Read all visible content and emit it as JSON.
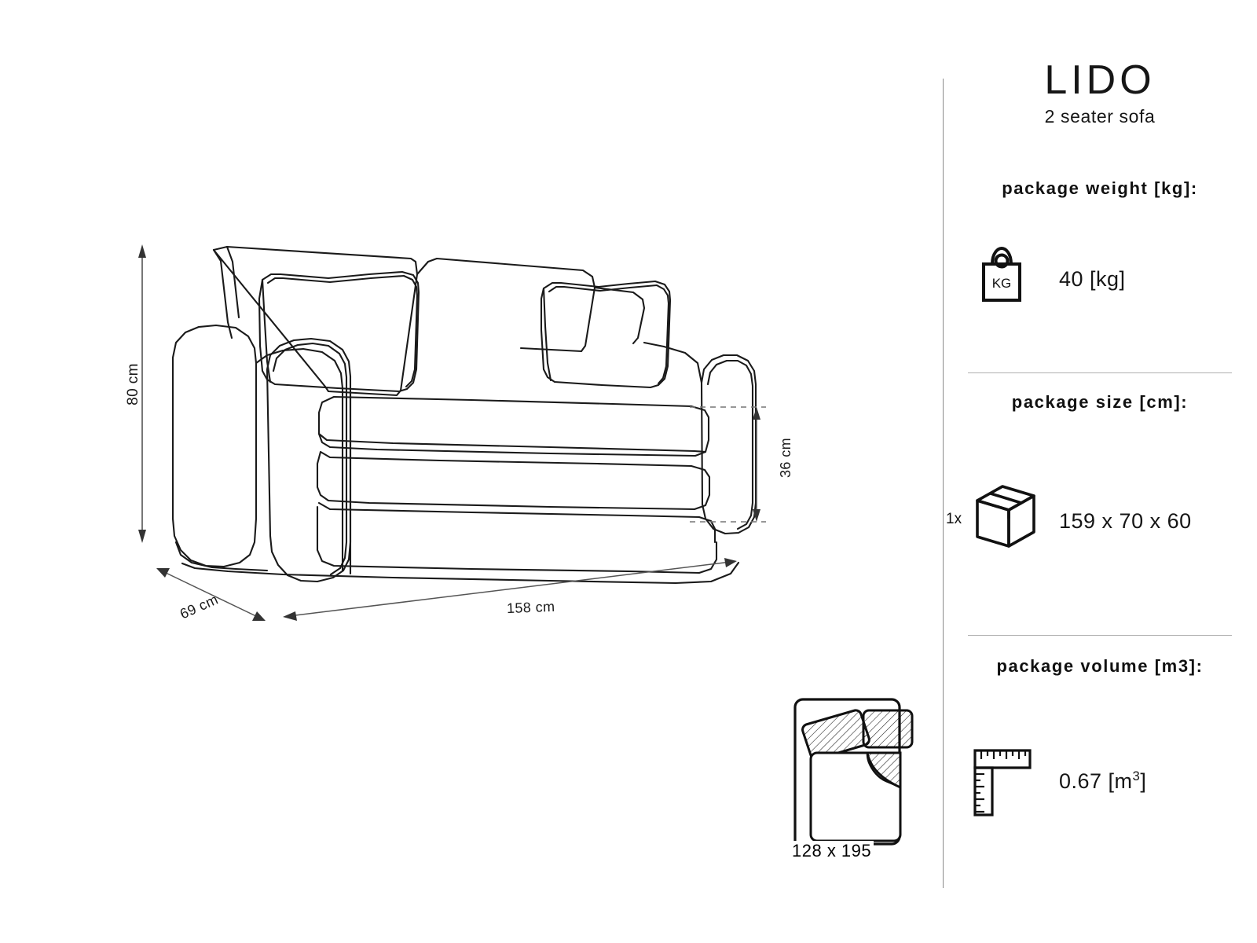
{
  "product": {
    "title": "LIDO",
    "subtitle": "2 seater sofa"
  },
  "specs": {
    "weight": {
      "label": "package weight [kg]:",
      "value": "40 [kg]",
      "icon": "weight-bag-icon",
      "icon_text": "KG"
    },
    "size": {
      "label": "package size [cm]:",
      "value": "159 x 70 x 60",
      "quantity": "1x",
      "icon": "cardboard-box-icon"
    },
    "volume": {
      "label": "package volume [m3]:",
      "value_number": "0.67 [m",
      "value_sup": "3",
      "value_tail": "]",
      "value": "0.67 [m3]",
      "icon": "l-ruler-icon"
    }
  },
  "drawing": {
    "product_icon": "sofa-perspective-drawing",
    "dimensions": {
      "height": "80 cm",
      "seat_height": "36 cm",
      "depth": "69 cm",
      "width": "158 cm"
    }
  },
  "bed": {
    "icon": "bed-top-view-icon",
    "size": "128 x 195"
  },
  "colors": {
    "line": "#1a1a1a",
    "divider": "#b0b0b0",
    "background": "#ffffff"
  }
}
